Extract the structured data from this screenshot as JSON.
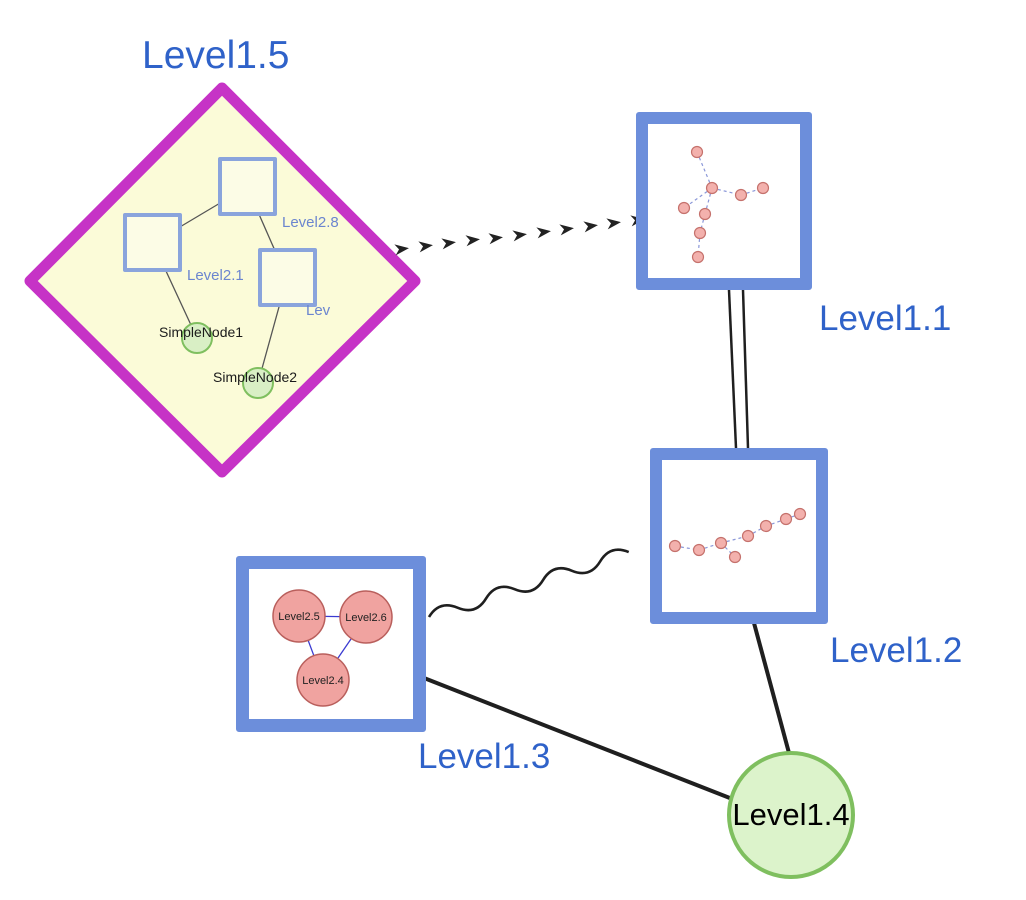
{
  "colors": {
    "label_blue": "#2f62c9",
    "diamond_border": "#c633c6",
    "diamond_fill": "#fbfbd8",
    "group_square_border": "#6c8edb",
    "inner_square_border": "#8aa4dc",
    "green_node_border": "#7fbf5f",
    "green_node_fill": "#dcf3cb",
    "pink_node_fill": "#f0a3a0",
    "pink_node_border": "#b95f5c",
    "edge_color": "#1f1f1f",
    "inner_edge_blue": "#3b3bd1"
  },
  "nodes": {
    "level15": {
      "label": "Level1.5"
    },
    "level11": {
      "label": "Level1.1"
    },
    "level12": {
      "label": "Level1.2"
    },
    "level13": {
      "label": "Level1.3"
    },
    "level14": {
      "label": "Level1.4"
    }
  },
  "level15_contents": {
    "group_top": {
      "label": "Level2.8"
    },
    "group_left": {
      "label": "Level2.1"
    },
    "group_right": {
      "label": "Lev"
    },
    "simple_node1": {
      "label": "SimpleNode1"
    },
    "simple_node2": {
      "label": "SimpleNode2"
    }
  },
  "level13_contents": {
    "circle_left": {
      "label": "Level2.5"
    },
    "circle_right": {
      "label": "Level2.6"
    },
    "circle_bottom": {
      "label": "Level2.4"
    }
  }
}
